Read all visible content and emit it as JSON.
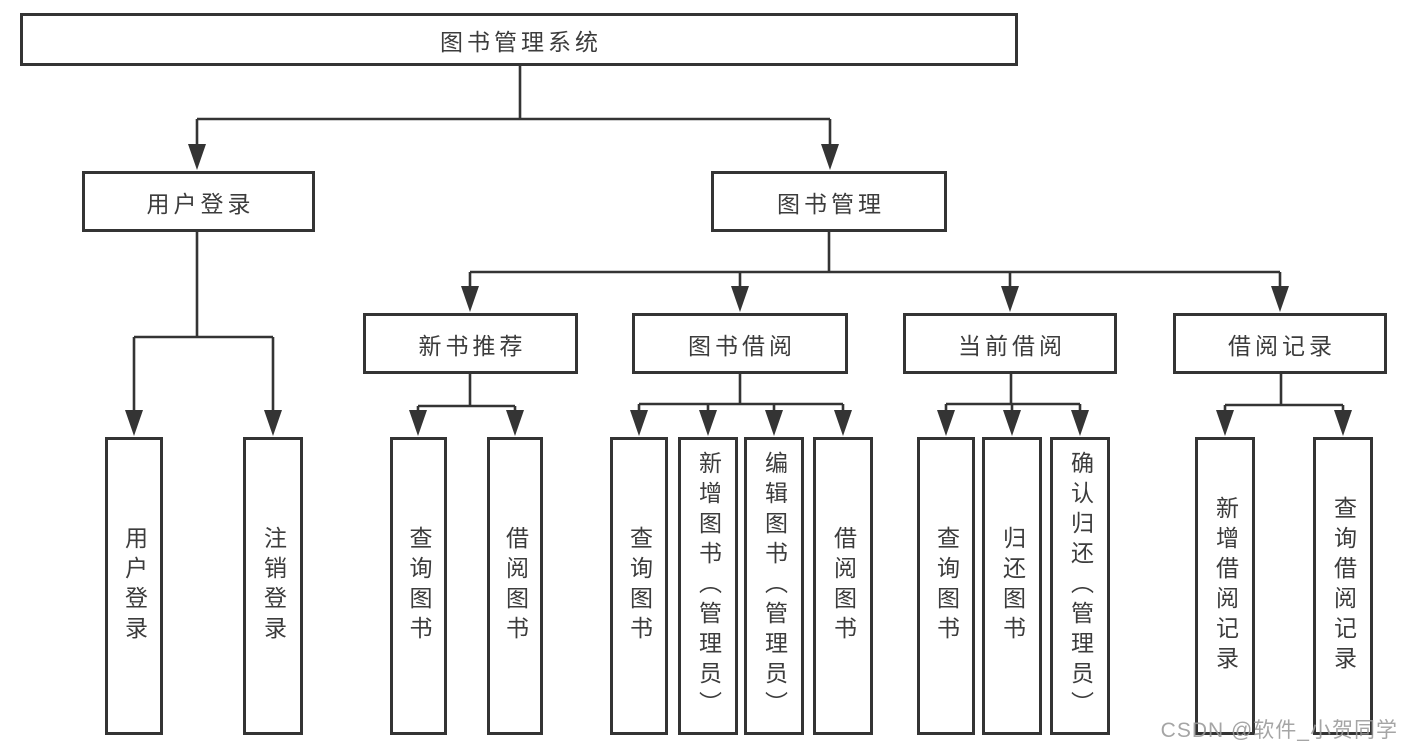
{
  "diagram": {
    "title": "图书管理系统",
    "branches": [
      {
        "label": "用户登录",
        "children": [
          {
            "label": "用户登录"
          },
          {
            "label": "注销登录"
          }
        ]
      },
      {
        "label": "图书管理",
        "children": [
          {
            "label": "新书推荐",
            "children": [
              {
                "label": "查询图书"
              },
              {
                "label": "借阅图书"
              }
            ]
          },
          {
            "label": "图书借阅",
            "children": [
              {
                "label": "查询图书"
              },
              {
                "label": "新增图书（管理员）"
              },
              {
                "label": "编辑图书（管理员）"
              },
              {
                "label": "借阅图书"
              }
            ]
          },
          {
            "label": "当前借阅",
            "children": [
              {
                "label": "查询图书"
              },
              {
                "label": "归还图书"
              },
              {
                "label": "确认归还（管理员）"
              }
            ]
          },
          {
            "label": "借阅记录",
            "children": [
              {
                "label": "新增借阅记录"
              },
              {
                "label": "查询借阅记录"
              }
            ]
          }
        ]
      }
    ]
  },
  "watermark": {
    "text": "CSDN @软件_小贺同学"
  },
  "colors": {
    "line": "#343434",
    "background": "#ffffff",
    "text": "#3c3c3c",
    "watermark": "#989898"
  }
}
